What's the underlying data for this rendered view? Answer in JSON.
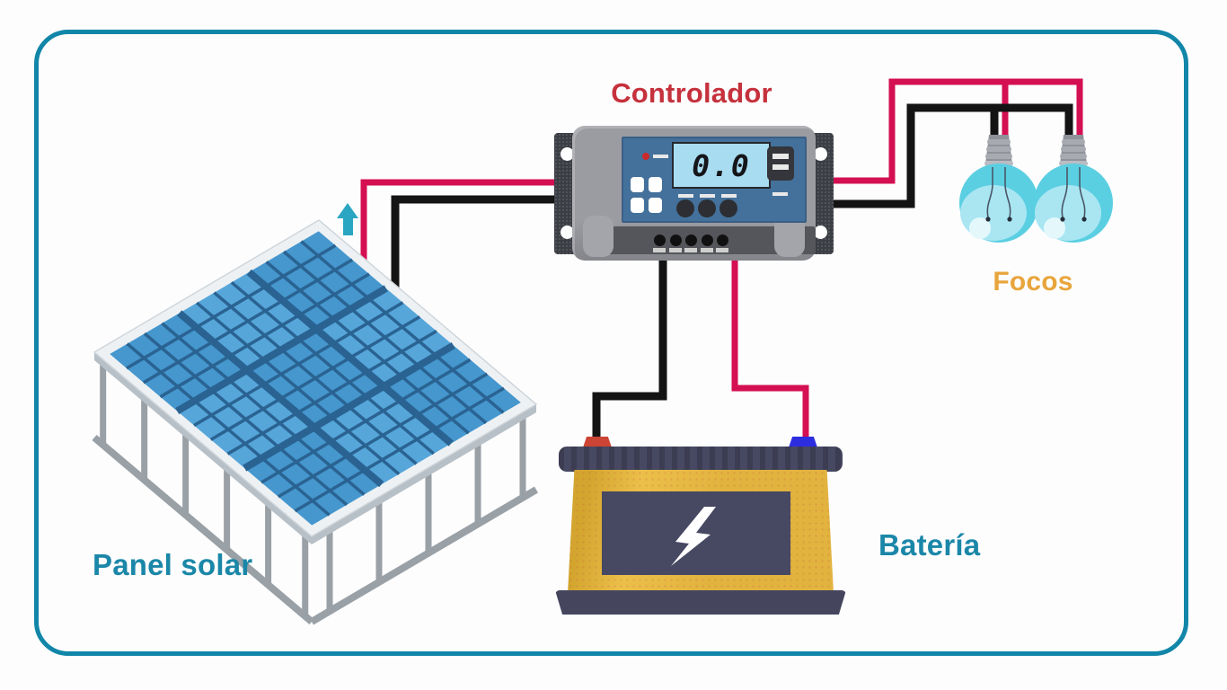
{
  "labels": {
    "controller": "Controlador",
    "solar_panel": "Panel solar",
    "battery": "Batería",
    "lights": "Focos"
  },
  "controller": {
    "display_value": "0.0"
  },
  "icons": {
    "battery_symbol": "lightning-bolt-icon",
    "panel_direction": "up-arrow-icon",
    "controller_ports": "usb-port-icon",
    "controller_status": "led-indicator-icon",
    "lights_symbol": "light-bulb-icon"
  },
  "colors": {
    "frame_border": "#1186a8",
    "label_teal": "#1b87a8",
    "label_red": "#c5313c",
    "label_amber": "#e8a53c",
    "wire_positive": "#d40f52",
    "wire_negative": "#141414",
    "panel_cell": "#4aa0d8",
    "panel_grid": "#2a6392",
    "panel_frame": "#eef1f3",
    "panel_side": "#b7c0c7",
    "structure_gray": "#99a0a6",
    "controller_blue": "#44719b",
    "lcd_screen": "#a8dcf0",
    "battery_yellow": "#e2b33f",
    "battery_navy": "#474862",
    "battery_base": "#45465e",
    "terminal_positive": "#cc4434",
    "terminal_negative": "#2d2de0",
    "bulb_glass_light": "#a9e6f2",
    "bulb_glass_dark": "#5bcfe2",
    "arrow_teal": "#2ba6c2"
  }
}
